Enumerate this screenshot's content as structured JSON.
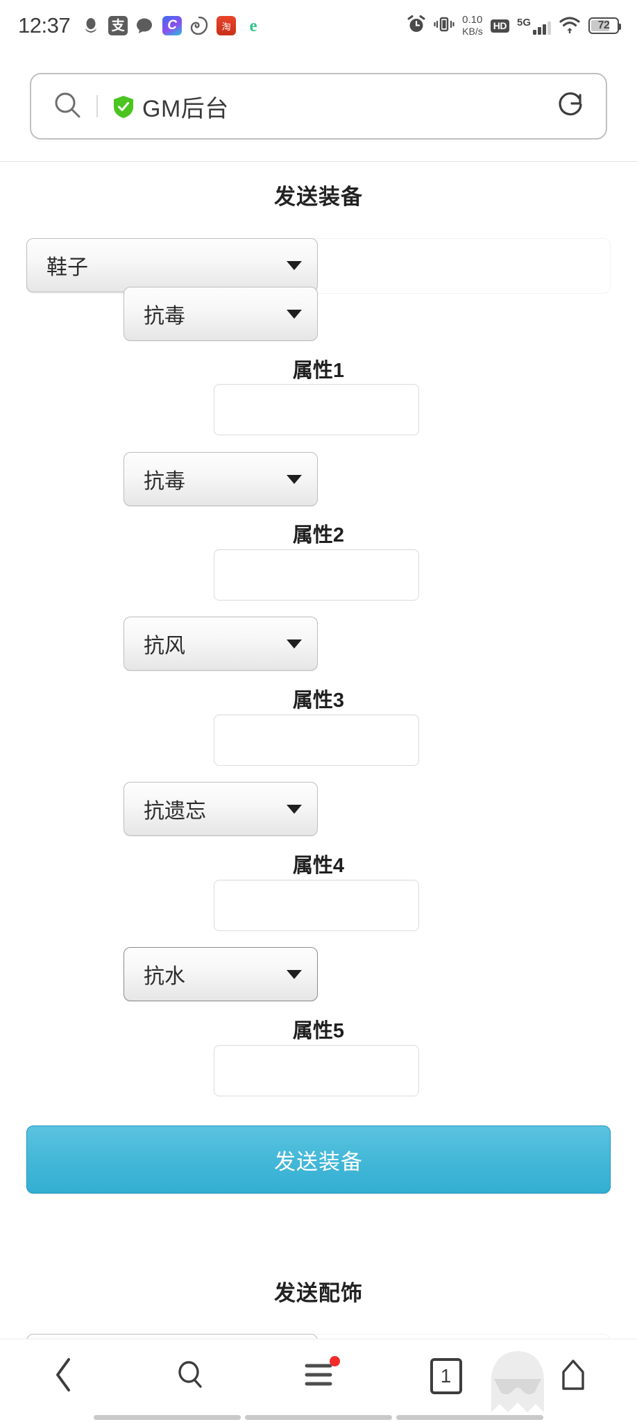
{
  "status_bar": {
    "time": "12:37",
    "left_icons": [
      {
        "name": "qq-icon",
        "glyph": "♙"
      },
      {
        "name": "alipay-icon",
        "glyph": "支"
      },
      {
        "name": "wechat-icon",
        "glyph": "⬤"
      },
      {
        "name": "quark-icon",
        "glyph": "C"
      },
      {
        "name": "uc-browser-icon",
        "glyph": "◔"
      },
      {
        "name": "taobao-icon",
        "glyph": "淘"
      },
      {
        "name": "edge-icon",
        "glyph": "e"
      }
    ],
    "alarm_icon": "alarm-icon",
    "vibrate_icon": "vibrate-icon",
    "network_speed": "0.10",
    "network_speed_unit": "KB/s",
    "hd_badge": "HD",
    "signal_label": "5G",
    "wifi_icon": "wifi-icon",
    "battery_level": "72"
  },
  "browser": {
    "search_icon": "search-icon",
    "shield_icon": "shield-check-icon",
    "page_title": "GM后台",
    "reload_icon": "reload-icon"
  },
  "page": {
    "equipment_section": {
      "title": "发送装备",
      "item_select": {
        "value": "鞋子"
      },
      "attributes": [
        {
          "select_value": "抗毒",
          "label": "属性1",
          "input_value": "",
          "focused": false
        },
        {
          "select_value": "抗毒",
          "label": "属性2",
          "input_value": "",
          "focused": false
        },
        {
          "select_value": "抗风",
          "label": "属性3",
          "input_value": "",
          "focused": false
        },
        {
          "select_value": "抗遗忘",
          "label": "属性4",
          "input_value": "",
          "focused": false
        },
        {
          "select_value": "抗水",
          "label": "属性5",
          "input_value": "",
          "focused": true
        }
      ],
      "submit_label": "发送装备"
    },
    "accessory_section": {
      "title": "发送配饰"
    }
  },
  "bottom_nav": {
    "items": [
      {
        "name": "back-button",
        "icon": "chevron-left-icon"
      },
      {
        "name": "search-button",
        "icon": "search-icon"
      },
      {
        "name": "menu-button",
        "icon": "hamburger-menu-icon",
        "badge": true
      },
      {
        "name": "tabs-button",
        "icon": "tab-count-icon",
        "count": "1"
      },
      {
        "name": "home-button",
        "icon": "home-icon"
      }
    ],
    "incognito_watermark": "incognito-ghost-icon"
  },
  "colors": {
    "accent_blue": "#46b9d9",
    "badge_red": "#f42b2b",
    "shield_green": "#4bc41f",
    "text_dark": "#222222"
  }
}
